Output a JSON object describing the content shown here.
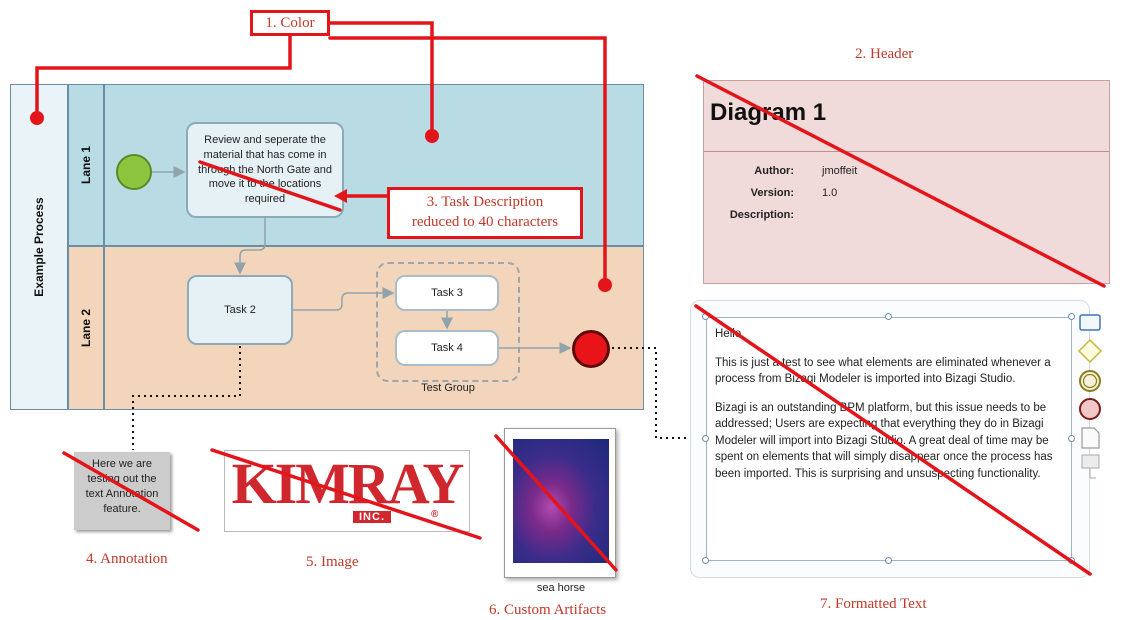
{
  "callouts": {
    "color": "1. Color",
    "header": "2. Header",
    "task_description_line1": "3. Task Description",
    "task_description_line2": "reduced to 40 characters",
    "annotation": "4. Annotation",
    "image": "5. Image",
    "custom_artifacts": "6. Custom Artifacts",
    "formatted_text": "7. Formatted Text"
  },
  "diagram": {
    "pool_name": "Example Process",
    "lane1_name": "Lane 1",
    "lane2_name": "Lane 2",
    "task_review": "Review and seperate the material that has come in through the North Gate and move it to the locations required",
    "task2": "Task 2",
    "task3": "Task 3",
    "task4": "Task 4",
    "group_label": "Test Group"
  },
  "header_panel": {
    "title": "Diagram 1",
    "author_label": "Author:",
    "author_value": "jmoffeit",
    "version_label": "Version:",
    "version_value": "1.0",
    "description_label": "Description:"
  },
  "annotation": {
    "text": "Here we are testing out the text Annotation feature."
  },
  "image_logo": {
    "main": "KIMRAY",
    "sub": "INC.",
    "reg": "®"
  },
  "artifact": {
    "caption": "sea horse"
  },
  "formatted_text": {
    "p1": "Hello,",
    "p2": "This is just a test to see what elements are eliminated whenever a process from Bizagi Modeler is imported into Bizagi Studio.",
    "p3": "Bizagi is an outstanding BPM platform, but this issue needs to be addressed; Users are expecting that everything they do in Bizagi Modeler will import into Bizagi Studio. A great deal of time may be spent on elements that will simply disappear once the process has been imported. This is surprising and unsuspecting functionality."
  },
  "colors": {
    "accent_red": "#e3151b",
    "callout_text": "#c0392b",
    "lane1": "#b9dbe4",
    "lane2": "#f3d5bc",
    "header_bg": "#f1dada",
    "start_event": "#8cc63f",
    "end_event": "#e8141a"
  }
}
